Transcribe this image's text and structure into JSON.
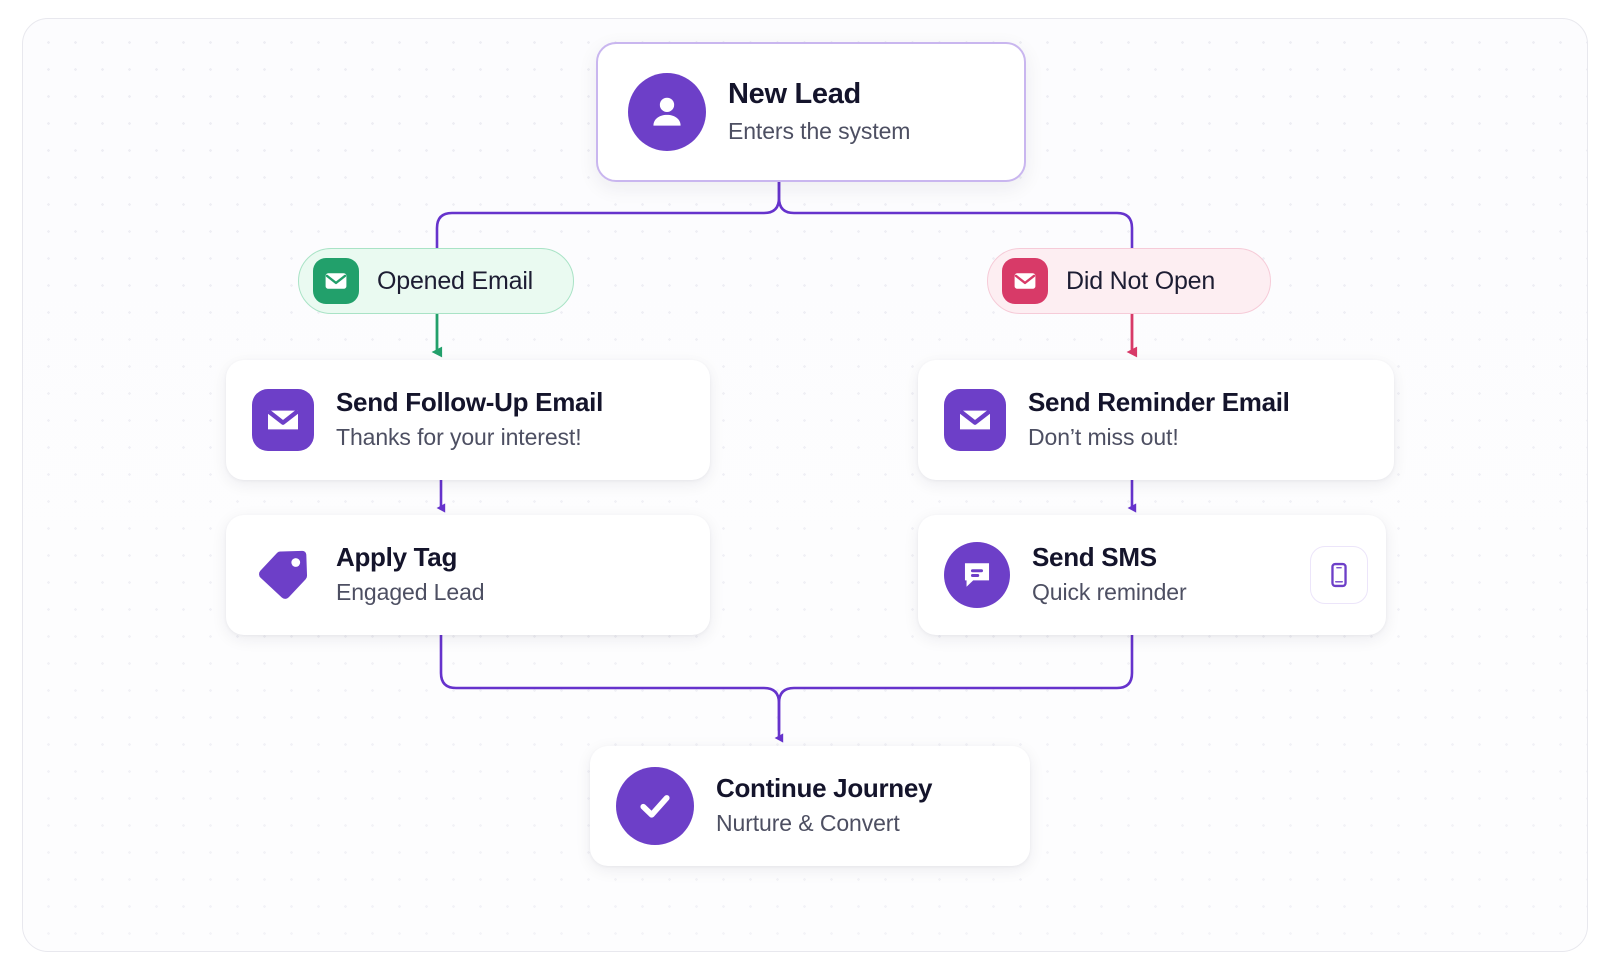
{
  "colors": {
    "purple": "#6d3fc8",
    "purple_line": "#6633cc",
    "green": "#22a06b",
    "green_pill_bg": "#eafaf1",
    "green_pill_border": "#a9e3c6",
    "red": "#d83a68",
    "red_pill_bg": "#fdeef2",
    "red_pill_border": "#f6cbd8",
    "card_bg": "#ffffff",
    "board_bg": "#fbfbfd",
    "title_text": "#14142b",
    "sub_text": "#4d4f62"
  },
  "trigger": {
    "title": "New Lead",
    "subtitle": "Enters the system",
    "icon": "user-icon"
  },
  "branches": [
    {
      "id": "opened",
      "label": "Opened Email",
      "icon": "envelope-icon",
      "tone": "positive"
    },
    {
      "id": "not-opened",
      "label": "Did Not Open",
      "icon": "envelope-icon",
      "tone": "negative"
    }
  ],
  "steps": {
    "followup": {
      "title": "Send Follow-Up Email",
      "subtitle": "Thanks for your interest!",
      "icon": "envelope-icon"
    },
    "tag": {
      "title": "Apply Tag",
      "subtitle": "Engaged Lead",
      "icon": "tag-icon"
    },
    "reminder": {
      "title": "Send Reminder Email",
      "subtitle": "Don’t miss out!",
      "icon": "envelope-icon"
    },
    "sms": {
      "title": "Send SMS",
      "subtitle": "Quick reminder",
      "icon": "chat-bubble-icon",
      "trailing_icon": "mobile-phone-icon"
    }
  },
  "outcome": {
    "title": "Continue Journey",
    "subtitle": "Nurture & Convert",
    "icon": "check-circle-icon"
  }
}
